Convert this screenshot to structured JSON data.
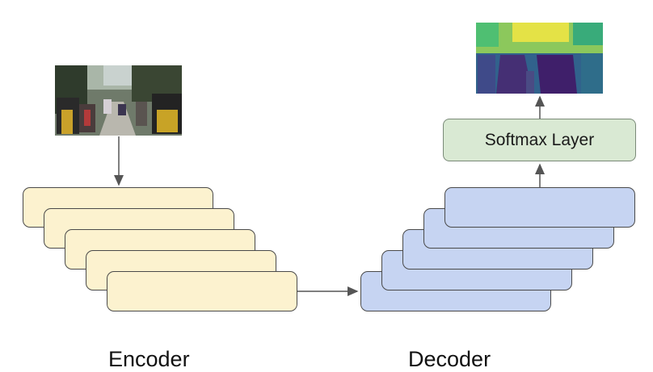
{
  "diagram": {
    "softmax_label": "Softmax Layer",
    "encoder_label": "Encoder",
    "decoder_label": "Decoder",
    "encoder_layers": 5,
    "decoder_layers": 5,
    "colors": {
      "encoder_fill": "#fcf2cf",
      "decoder_fill": "#c6d4f2",
      "softmax_fill": "#d9e9d3",
      "border": "#4a4a4a",
      "arrow": "#555555"
    },
    "input_image": "street-scene-photo",
    "output_image": "segmentation-map"
  }
}
